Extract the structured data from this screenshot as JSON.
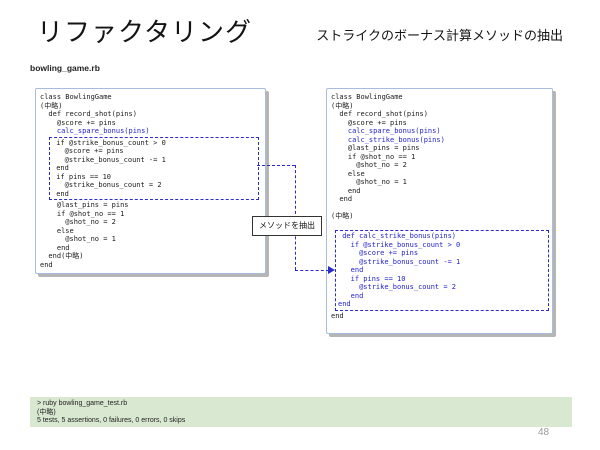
{
  "slide": {
    "title": "リファクタリング",
    "subtitle": "ストライクのボーナス計算メソッドの抽出",
    "file_label": "bowling_game.rb",
    "page_number": "48"
  },
  "colors": {
    "selection_blue": "#2b2bcc",
    "code_blue": "#2222cc",
    "box_border": "#a9bce0",
    "console_green": "#d9e8d1"
  },
  "annotation": {
    "label": "メソッドを抽出"
  },
  "code_left": {
    "before": [
      {
        "text": "class BowlingGame",
        "cls": ""
      },
      {
        "text": "(中略)",
        "cls": ""
      },
      {
        "text": "  def record_shot(pins)",
        "cls": ""
      },
      {
        "text": "    @score += pins",
        "cls": ""
      },
      {
        "text": "    calc_spare_bonus(pins)",
        "cls": "blue"
      }
    ],
    "selected": [
      {
        "text": " if @strike_bonus_count > 0",
        "cls": ""
      },
      {
        "text": "   @score += pins",
        "cls": ""
      },
      {
        "text": "   @strike_bonus_count -= 1",
        "cls": ""
      },
      {
        "text": " end",
        "cls": ""
      },
      {
        "text": " if pins == 10",
        "cls": ""
      },
      {
        "text": "   @strike_bonus_count = 2",
        "cls": ""
      },
      {
        "text": " end",
        "cls": ""
      }
    ],
    "after": [
      {
        "text": "    @last_pins = pins",
        "cls": ""
      },
      {
        "text": "    if @shot_no == 1",
        "cls": ""
      },
      {
        "text": "      @shot_no = 2",
        "cls": ""
      },
      {
        "text": "    else",
        "cls": ""
      },
      {
        "text": "      @shot_no = 1",
        "cls": ""
      },
      {
        "text": "    end",
        "cls": ""
      },
      {
        "text": "  end(中略)",
        "cls": ""
      },
      {
        "text": "end",
        "cls": ""
      }
    ]
  },
  "code_right": {
    "before": [
      {
        "text": "class BowlingGame",
        "cls": ""
      },
      {
        "text": "(中略)",
        "cls": ""
      },
      {
        "text": "  def record_shot(pins)",
        "cls": ""
      },
      {
        "text": "    @score += pins",
        "cls": ""
      },
      {
        "text": "    calc_spare_bonus(pins)",
        "cls": "blue"
      },
      {
        "text": "    calc_strike_bonus(pins)",
        "cls": "blue"
      },
      {
        "text": "    @last_pins = pins",
        "cls": ""
      },
      {
        "text": "    if @shot_no == 1",
        "cls": ""
      },
      {
        "text": "      @shot_no = 2",
        "cls": ""
      },
      {
        "text": "    else",
        "cls": ""
      },
      {
        "text": "      @shot_no = 1",
        "cls": ""
      },
      {
        "text": "    end",
        "cls": ""
      },
      {
        "text": "  end",
        "cls": ""
      },
      {
        "text": "",
        "cls": ""
      },
      {
        "text": "(中略)",
        "cls": ""
      },
      {
        "text": "",
        "cls": ""
      }
    ],
    "selected": [
      {
        "text": " def calc_strike_bonus(pins)",
        "cls": "blue"
      },
      {
        "text": "   if @strike_bonus_count > 0",
        "cls": "blue"
      },
      {
        "text": "     @score += pins",
        "cls": "blue"
      },
      {
        "text": "     @strike_bonus_count -= 1",
        "cls": "blue"
      },
      {
        "text": "   end",
        "cls": "blue"
      },
      {
        "text": "   if pins == 10",
        "cls": "blue"
      },
      {
        "text": "     @strike_bonus_count = 2",
        "cls": "blue"
      },
      {
        "text": "   end",
        "cls": "blue"
      },
      {
        "text": "end",
        "cls": "blue"
      }
    ],
    "after": [
      {
        "text": "end",
        "cls": ""
      }
    ]
  },
  "console": {
    "lines": [
      {
        "text": "> ruby bowling_game_test.rb"
      },
      {
        "text": "(中略)"
      },
      {
        "text": "5 tests, 5 assertions, 0 failures, 0 errors, 0 skips"
      }
    ]
  }
}
